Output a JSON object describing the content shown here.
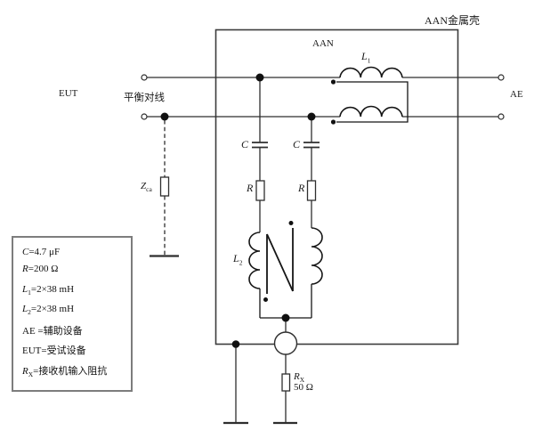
{
  "labels": {
    "shell": "AAN金属壳",
    "network": "AAN",
    "eut": "EUT",
    "ae": "AE",
    "pair": "平衡对线"
  },
  "components": {
    "l1": {
      "base": "L",
      "sub": "1"
    },
    "l2": {
      "base": "L",
      "sub": "2"
    },
    "c": "C",
    "r": "R",
    "z": {
      "base": "Z",
      "sub": "ca"
    },
    "rx": {
      "base": "R",
      "sub": "X",
      "value": "50 Ω"
    }
  },
  "legend": {
    "items": [
      {
        "pre": "C",
        "sub": "",
        "post": "=4.7 μF"
      },
      {
        "pre": "R",
        "sub": "",
        "post": "=200 Ω"
      },
      {
        "pre": "L",
        "sub": "1",
        "post": "=2×38 mH"
      },
      {
        "pre": "L",
        "sub": "2",
        "post": "=2×38 mH"
      },
      {
        "pre": "AE",
        "sub": "",
        "post": " =辅助设备"
      },
      {
        "pre": "EUT",
        "sub": "",
        "post": "=受试设备"
      },
      {
        "pre": "R",
        "sub": "X",
        "post": "=接收机输入阻抗"
      }
    ]
  }
}
